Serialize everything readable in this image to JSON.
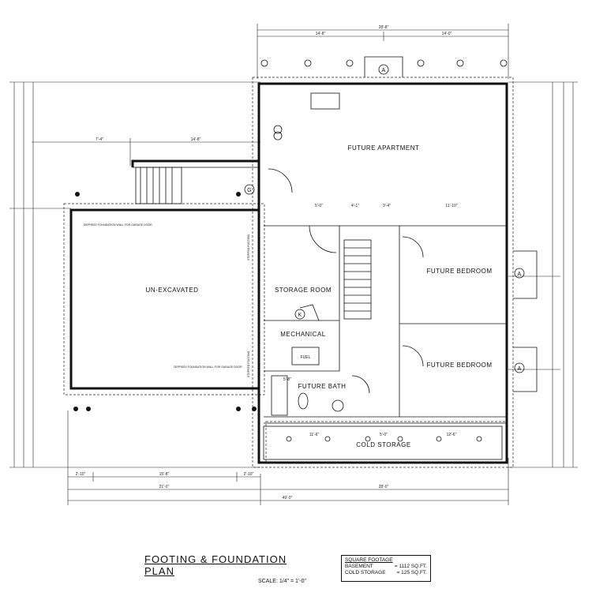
{
  "drawing": {
    "title": "FOOTING & FOUNDATION PLAN",
    "scale": "SCALE: 1/4\" = 1'-0\""
  },
  "rooms": {
    "future_apartment": "FUTURE APARTMENT",
    "un_excavated": "UN-EXCAVATED",
    "storage_room": "STORAGE ROOM",
    "mechanical": "MECHANICAL",
    "future_bath": "FUTURE BATH",
    "future_bedroom_1": "FUTURE BEDROOM",
    "future_bedroom_2": "FUTURE BEDROOM",
    "cold_storage": "COLD STORAGE",
    "fuel": "FUEL"
  },
  "notes": {
    "depress_foundation_top": "DEPRESS FOUNDATION WALL FOR GARAGE DOOR",
    "depress_foundation_bottom": "DEPRESS FOUNDATION WALL FOR GARAGE DOOR",
    "stepped_footing_top": "STEPPED FOOTING",
    "stepped_footing_bottom": "STEPPED FOOTING",
    "tags": [
      "A",
      "A",
      "A",
      "G",
      "K"
    ]
  },
  "dimensions": {
    "top_overall": "28'-8\"",
    "top_left": "14'-8\"",
    "top_right": "14'-0\"",
    "mid_left": "7'-4\"",
    "mid_right": "14'-8\"",
    "bottom_overall": "49'-0\"",
    "bottom_left": "21'-0\"",
    "bottom_right": "28'-0\"",
    "bottom_seg_1": "2'-10\"",
    "bottom_seg_2": "15'-8\"",
    "bottom_seg_3": "2'-10\"",
    "interior_1": "5'-0\"",
    "interior_2": "4'-1\"",
    "interior_3": "3'-4\"",
    "interior_4": "11'-10\"",
    "cold_storage_left": "11'-6\"",
    "cold_storage_mid": "5'-0\"",
    "cold_storage_right": "12'-6\"",
    "bath_width": "5'-8\""
  },
  "square_footage": {
    "heading": "SQUARE FOOTAGE",
    "basement_label": "BASEMENT",
    "basement_value": "= 1112 SQ.FT.",
    "cold_storage_label": "COLD STORAGE",
    "cold_storage_value": "= 125 SQ.FT."
  }
}
